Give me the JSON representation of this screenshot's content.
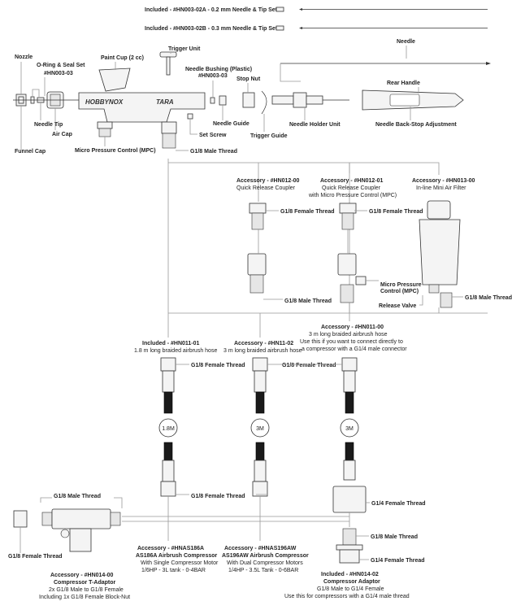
{
  "top_included": {
    "a": "Included - #HN003-02A - 0.2 mm Needle & Tip Set",
    "b": "Included - #HN003-02B - 0.3 mm Needle & Tip Set"
  },
  "airbrush": {
    "nozzle": "Nozzle",
    "oring": "O-Ring & Seal Set",
    "oring_code": "#HN003-03",
    "paint_cup": "Paint Cup (2 cc)",
    "trigger_unit": "Trigger Unit",
    "needle_bushing": "Needle Bushing (Plastic)",
    "needle_bushing_code": "#HN003-03",
    "stop_nut": "Stop Nut",
    "needle": "Needle",
    "rear_handle": "Rear Handle",
    "needle_tip": "Needle Tip",
    "air_cap": "Air Cap",
    "set_screw": "Set Screw",
    "needle_guide": "Needle Guide",
    "trigger_guide": "Trigger Guide",
    "needle_holder_unit": "Needle Holder Unit",
    "back_stop": "Needle Back-Stop Adjustment",
    "funnel_cap": "Funnel Cap",
    "mpc": "Micro Pressure Control (MPC)",
    "male_thread": "G1/8 Male Thread",
    "brand": "HOBBYNOX",
    "model": "TARA"
  },
  "accessories": {
    "qrc_title": "Accessory - #HN012-00",
    "qrc_sub": "Quick Release Coupler",
    "qrc_mpc_title": "Accessory - #HN012-01",
    "qrc_mpc_sub1": "Quick Release Coupler",
    "qrc_mpc_sub2": "with Micro Pressure Control (MPC)",
    "filter_title": "Accessory - #HN013-00",
    "filter_sub": "In-line Mini Air Filter",
    "female_thread_1": "G1/8 Female Thread",
    "female_thread_2": "G1/8 Female Thread",
    "mpc_label1": "Micro Pressure",
    "mpc_label2": "Control (MPC)",
    "male_thread_1": "G1/8 Male Thread",
    "release_valve": "Release Valve",
    "male_thread_2": "G1/8 Male Thread"
  },
  "hoses": {
    "h1_title": "Included - #HN011-01",
    "h1_sub": "1.8 m long braided airbrush hose",
    "h2_title": "Accessory - #HN11-02",
    "h2_sub": "3 m long braided airbrush hose",
    "h3_title": "Accessory - #HN011-00",
    "h3_sub1": "3 m long braided airbrush hose",
    "h3_sub2": "Use this if you want to connect directly to",
    "h3_sub3": "a compressor with a G1/4 male connector",
    "female_top_1": "G1/8 Female Thread",
    "female_top_2": "G1/8 Female Thread",
    "len_1": "1.8M",
    "len_2": "3M",
    "len_3": "3M",
    "female_bottom": "G1/8 Female Thread",
    "quarter_female": "G1/4 Female Thread"
  },
  "bottom": {
    "male_thread_top": "G1/8 Male Thread",
    "female_thread_left": "G1/8 Female Thread",
    "tee_title": "Accessory - #HN014-00",
    "tee_sub1": "Compressor T-Adaptor",
    "tee_sub2": "2x G1/8 Male to G1/8 Female",
    "tee_sub3": "Including 1x G1/8 Female Block-Nut",
    "c1_title": "Accessory - #HNAS186A",
    "c1_sub1": "AS186A Airbrush Compressor",
    "c1_sub2": "With Single Compressor Motor",
    "c1_sub3": "1/6HP - 3L tank - 0-4BAR",
    "c2_title": "Accessory - #HNAS196AW",
    "c2_sub1": "AS196AW Airbrush Compressor",
    "c2_sub2": "With Dual Compressor Motors",
    "c2_sub3": "1/4HP - 3.5L Tank - 0-6BAR",
    "adaptor_male": "G1/8 Male Thread",
    "adaptor_female": "G1/4 Female Thread",
    "adaptor_title": "Included - #HN014-02",
    "adaptor_sub1": "Compressor Adaptor",
    "adaptor_sub2": "G1/8 Male to G1/4 Female",
    "adaptor_sub3": "Use this for compressors with a G1/4 male thread"
  }
}
